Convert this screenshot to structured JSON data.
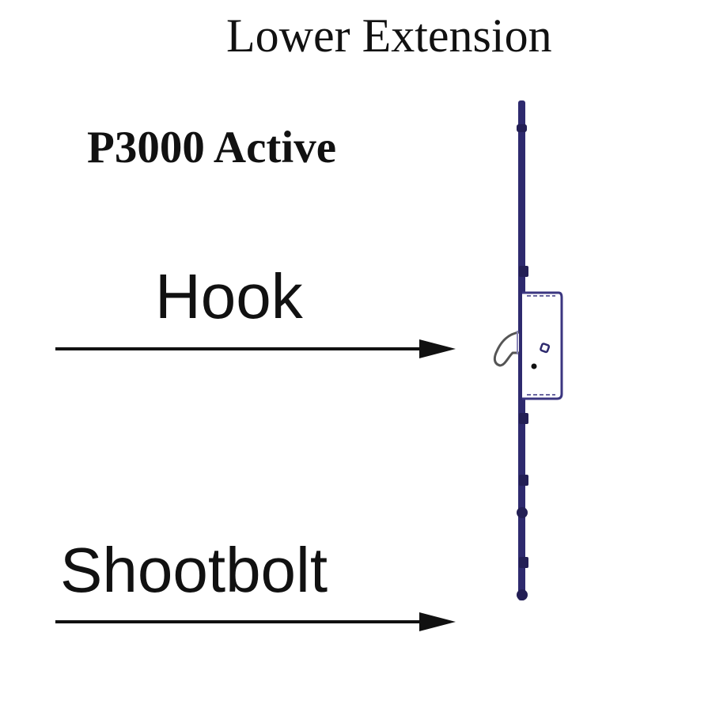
{
  "title": "Lower Extension",
  "subtitle": "P3000 Active",
  "labels": {
    "hook": "Hook",
    "shootbolt": "Shootbolt"
  },
  "colors": {
    "rod": "#2e2a6e",
    "text": "#111111",
    "arrow": "#111111",
    "background": "#ffffff"
  }
}
